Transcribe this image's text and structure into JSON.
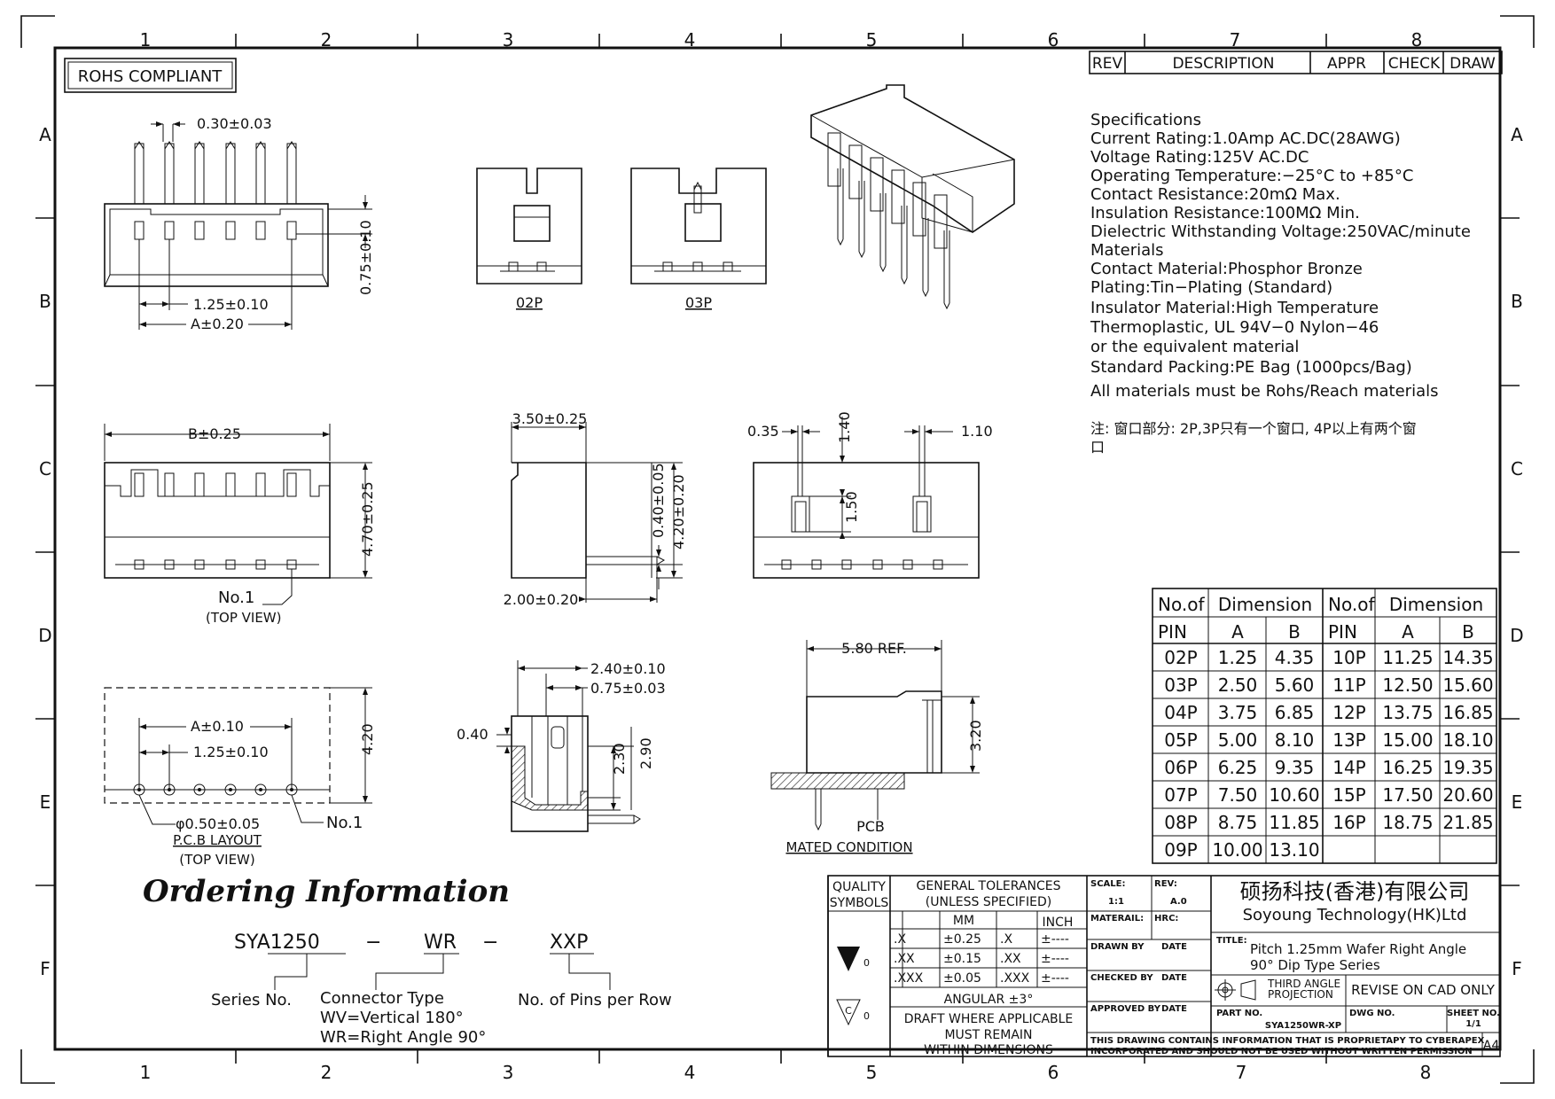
{
  "sheet": {
    "columns": [
      "1",
      "2",
      "3",
      "4",
      "5",
      "6",
      "7",
      "8"
    ],
    "rows": [
      "A",
      "B",
      "C",
      "D",
      "E",
      "F"
    ],
    "rohs": "ROHS COMPLIANT"
  },
  "rev_table": {
    "rev": "REV",
    "description": "DESCRIPTION",
    "appr": "APPR",
    "check": "CHECK",
    "draw": "DRAW"
  },
  "specs": {
    "lines": [
      "Specifications",
      "Current Rating:1.0Amp AC.DC(28AWG)",
      "Voltage Rating:125V AC.DC",
      "Operating Temperature:−25°C to +85°C",
      "Contact Resistance:20mΩ Max.",
      "Insulation Resistance:100MΩ Min.",
      "Dielectric Withstanding Voltage:250VAC/minute",
      "Materials",
      "Contact Material:Phosphor Bronze",
      "Plating:Tin−Plating (Standard)",
      "Insulator Material:High Temperature",
      "Thermoplastic, UL 94V−0 Nylon−46",
      "or the equivalent material",
      "Standard Packing:PE Bag (1000pcs/Bag)",
      "All materials must be Rohs/Reach materials"
    ],
    "note_line1": "注: 窗口部分: 2P,3P只有一个窗口, 4P以上有两个窗",
    "note_line2": "口"
  },
  "dims": {
    "pin_width": "0.30±0.03",
    "pitch": "1.25±0.10",
    "a_dim": "A±0.20",
    "height_075": "0.75±0.10",
    "b_dim": "B±0.25",
    "height_470": "4.70±0.25",
    "no1": "No.1",
    "top_view": "(TOP VIEW)",
    "label_02p": "02P",
    "label_03p": "03P",
    "side_350": "3.50±0.25",
    "side_040": "0.40±0.05",
    "side_420": "4.20±0.20",
    "side_200": "2.00±0.20",
    "w_035": "0.35",
    "w_140": "1.40",
    "w_110": "1.10",
    "w_150": "1.50",
    "pcb_a": "A±0.10",
    "pcb_pitch": "1.25±0.10",
    "pcb_h": "4.20",
    "pcb_hole": "φ0.50±0.05",
    "pcb_no1": "No.1",
    "pcb_layout": "P.C.B LAYOUT",
    "pcb_top_view": "(TOP VIEW)",
    "s_240": "2.40±0.10",
    "s_075": "0.75±0.03",
    "s_040": "0.40",
    "s_230": "2.30",
    "s_290": "2.90",
    "m_580": "5.80 REF.",
    "m_320": "3.20",
    "m_pcb": "PCB",
    "m_mated": "MATED CONDITION"
  },
  "dim_table": {
    "h_noof": "No.of",
    "h_dimension": "Dimension",
    "h_pin": "PIN",
    "h_a": "A",
    "h_b": "B",
    "left": [
      [
        "02P",
        "1.25",
        "4.35"
      ],
      [
        "03P",
        "2.50",
        "5.60"
      ],
      [
        "04P",
        "3.75",
        "6.85"
      ],
      [
        "05P",
        "5.00",
        "8.10"
      ],
      [
        "06P",
        "6.25",
        "9.35"
      ],
      [
        "07P",
        "7.50",
        "10.60"
      ],
      [
        "08P",
        "8.75",
        "11.85"
      ],
      [
        "09P",
        "10.00",
        "13.10"
      ]
    ],
    "right": [
      [
        "10P",
        "11.25",
        "14.35"
      ],
      [
        "11P",
        "12.50",
        "15.60"
      ],
      [
        "12P",
        "13.75",
        "16.85"
      ],
      [
        "13P",
        "15.00",
        "18.10"
      ],
      [
        "14P",
        "16.25",
        "19.35"
      ],
      [
        "15P",
        "17.50",
        "20.60"
      ],
      [
        "16P",
        "18.75",
        "21.85"
      ],
      [
        "",
        "",
        ""
      ]
    ]
  },
  "ordering": {
    "title": "Ordering Information",
    "code1": "SYA1250",
    "dash1": "−",
    "code2": "WR",
    "dash2": "−",
    "code3": "XXP",
    "series": "Series No.",
    "connector_type": "Connector Type",
    "wv": "WV=Vertical 180°",
    "wr": "WR=Right Angle 90°",
    "pins": "No. of Pins per Row"
  },
  "title_block": {
    "quality_symbols": [
      "QUALITY",
      "SYMBOLS"
    ],
    "q_sym1": "0",
    "q_sym2": "0",
    "q_sym2_letter": "C",
    "gen_tol": [
      "GENERAL TOLERANCES",
      "(UNLESS SPECIFIED)"
    ],
    "mm": "MM",
    "inch": "INCH",
    "tol_rows": [
      [
        ".X",
        "±0.25",
        ".X",
        "±----"
      ],
      [
        ".XX",
        "±0.15",
        ".XX",
        "±----"
      ],
      [
        ".XXX",
        "±0.05",
        ".XXX",
        "±----"
      ]
    ],
    "angular": "ANGULAR ±3°",
    "draft": [
      "DRAFT WHERE APPLICABLE",
      "MUST REMAIN",
      "WITHIN DIMENSIONS"
    ],
    "scale_label": "SCALE:",
    "scale_value": "1:1",
    "rev_label": "REV:",
    "rev_value": "A.0",
    "material_label": "MATERAIL:",
    "hrc_label": "HRC:",
    "drawn_by": "DRAWN BY",
    "date1": "DATE",
    "checked_by": "CHECKED BY",
    "date2": "DATE",
    "approved_by": "APPROVED BY",
    "date3": "DATE",
    "company_cn": "硕扬科技(香港)有限公司",
    "company_en": "Soyoung Technology(HK)Ltd",
    "title_label": "TITLE:",
    "title_line1": "Pitch 1.25mm Wafer Right Angle",
    "title_line2": "90° Dip Type Series",
    "projection": [
      "THIRD ANGLE",
      "PROJECTION"
    ],
    "revise": "REVISE ON CAD ONLY",
    "part_no_label": "PART NO.",
    "part_no": "SYA1250WR-XP",
    "dwg_no_label": "DWG NO.",
    "sheet_no_label": "SHEET NO.",
    "sheet_no": "1/1",
    "proprietary": [
      "THIS DRAWING CONTAINS INFORMATION THAT IS PROPRIETAPY TO CYBERAPEX",
      "INCORPORATED AND SHOULD NOT BE USED WITHOUT WRITTEN PERMISSION"
    ],
    "size": "A4"
  }
}
